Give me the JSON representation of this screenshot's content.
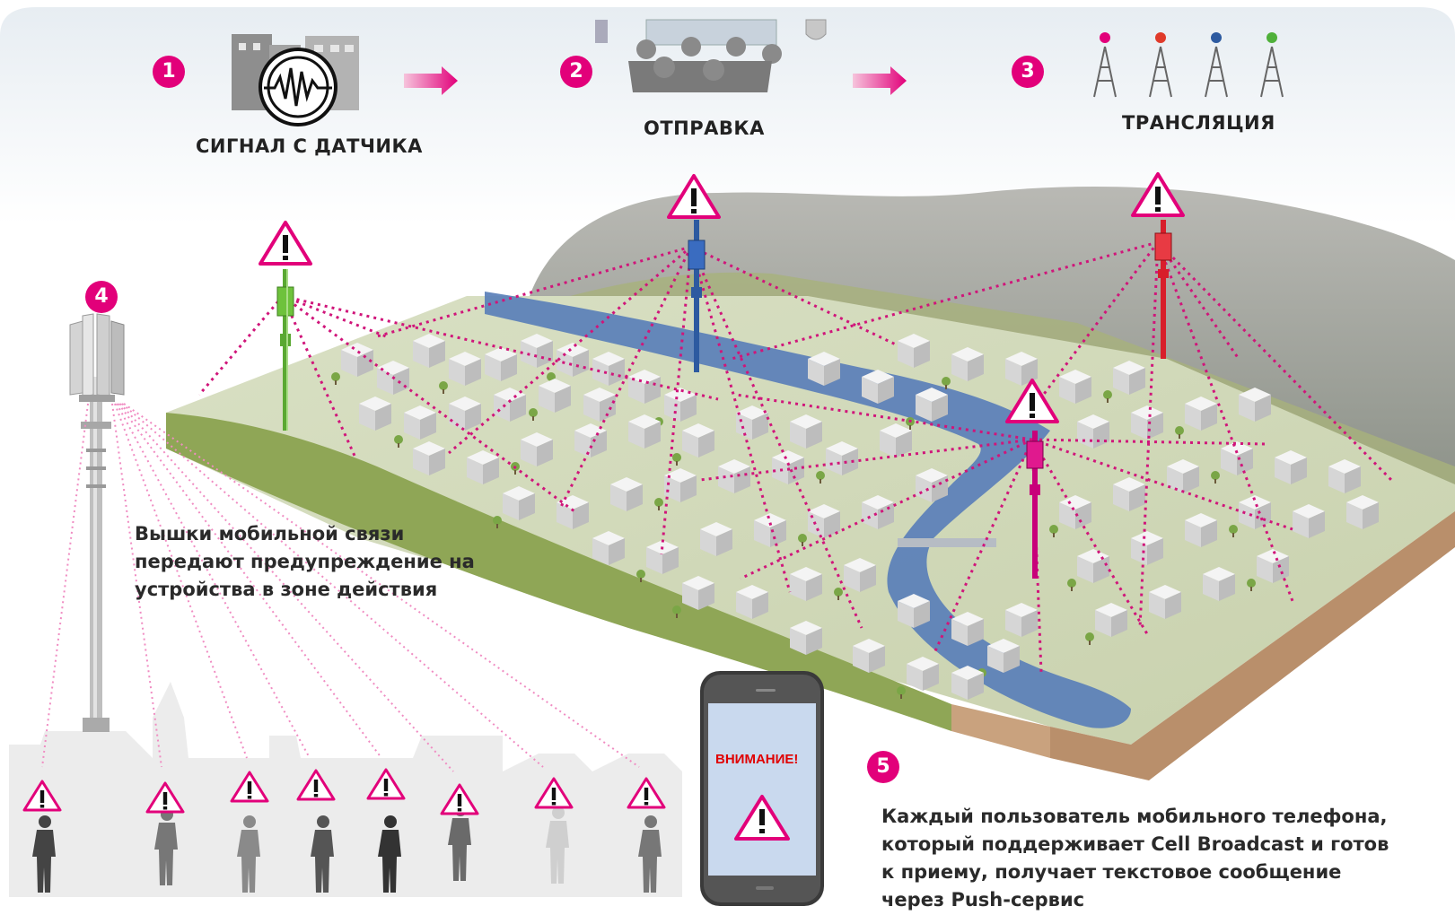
{
  "steps": [
    {
      "number": "1",
      "label": "СИГНАЛ С ДАТЧИКА"
    },
    {
      "number": "2",
      "label": "ОТПРАВКА"
    },
    {
      "number": "3",
      "label": "ТРАНСЛЯЦИЯ"
    },
    {
      "number": "4"
    },
    {
      "number": "5"
    }
  ],
  "description_towers": [
    "Вышки мобильной связи",
    "передают предупреждение на",
    "устройства в зоне действия"
  ],
  "description_users": [
    "Каждый пользователь мобильного телефона,",
    "который поддерживает Cell Broadcast и готов",
    "к приему, получает текстовое сообщение",
    "через Push-сервис"
  ],
  "phone": {
    "alert_text": "ВНИМАНИЕ!"
  },
  "colors": {
    "accent": "#e2007a",
    "river": "#5a7fb8",
    "tower_green": "#5aa832",
    "tower_blue": "#2d5aa0",
    "tower_red": "#d81e2a",
    "tower_magenta": "#c8007a"
  },
  "icons": [
    "seismic-sensor-icon",
    "meeting-room-icon",
    "broadcast-towers-icon",
    "warning-triangle-icon",
    "cell-tower-icon",
    "smartphone-icon",
    "person-icon"
  ]
}
